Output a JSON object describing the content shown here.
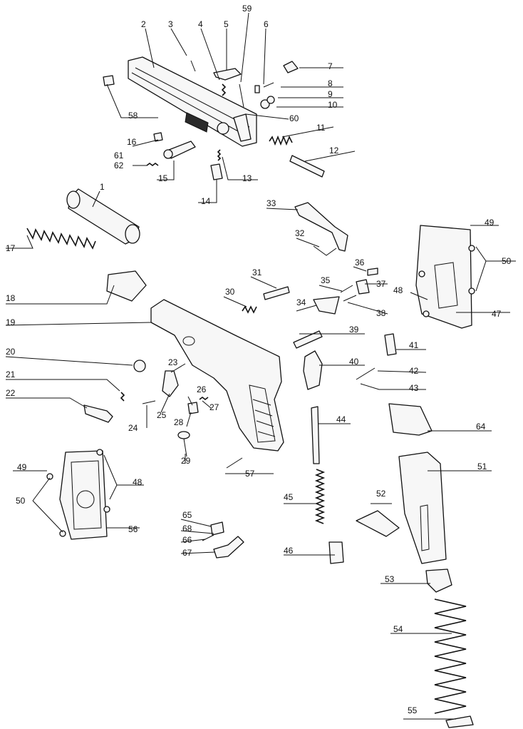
{
  "diagram": {
    "labels": {
      "p1": "1",
      "p2": "2",
      "p3": "3",
      "p4": "4",
      "p5": "5",
      "p6": "6",
      "p7": "7",
      "p8": "8",
      "p9": "9",
      "p10": "10",
      "p11": "11",
      "p12": "12",
      "p13": "13",
      "p14": "14",
      "p15": "15",
      "p16": "16",
      "p17": "17",
      "p18": "18",
      "p19": "19",
      "p20": "20",
      "p21": "21",
      "p22": "22",
      "p23": "23",
      "p24": "24",
      "p25": "25",
      "p26": "26",
      "p27": "27",
      "p28": "28",
      "p29": "29",
      "p30": "30",
      "p31": "31",
      "p32": "32",
      "p33": "33",
      "p34": "34",
      "p35": "35",
      "p36": "36",
      "p37": "37",
      "p38": "38",
      "p39": "39",
      "p40": "40",
      "p41": "41",
      "p42": "42",
      "p43": "43",
      "p44": "44",
      "p45": "45",
      "p46": "46",
      "p47": "47",
      "p48a": "48",
      "p48b": "48",
      "p49a": "49",
      "p49b": "49",
      "p50a": "50",
      "p50b": "50",
      "p51": "51",
      "p52": "52",
      "p53": "53",
      "p54": "54",
      "p55": "55",
      "p56": "56",
      "p57": "57",
      "p58": "58",
      "p59": "59",
      "p60": "60",
      "p61": "61",
      "p62": "62",
      "p64": "64",
      "p65": "65",
      "p66": "66",
      "p67": "67",
      "p68": "68"
    }
  }
}
